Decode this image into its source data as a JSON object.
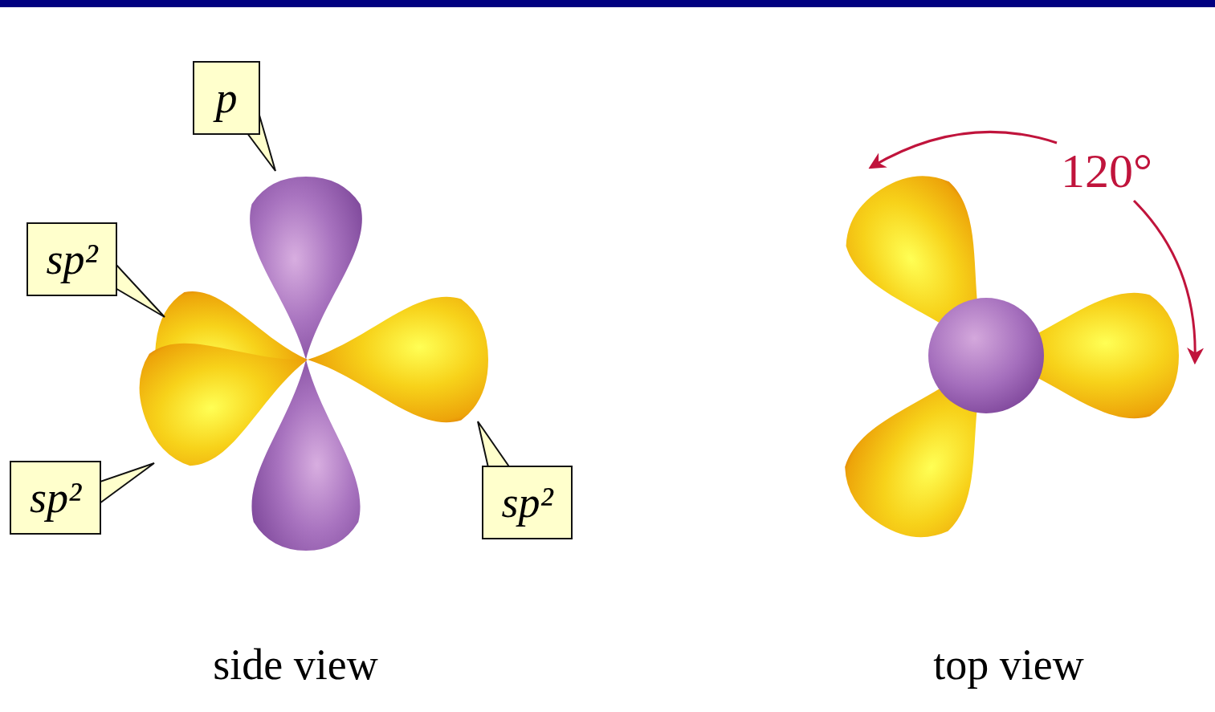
{
  "diagram": {
    "nodes": [
      {
        "text": [
          "p"
        ]
      },
      {
        "text": [
          "sp²"
        ]
      },
      {
        "text": [
          "sp²"
        ]
      },
      {
        "text": [
          "sp²"
        ]
      }
    ],
    "labels": [
      "120°",
      "side view",
      "top view"
    ]
  }
}
